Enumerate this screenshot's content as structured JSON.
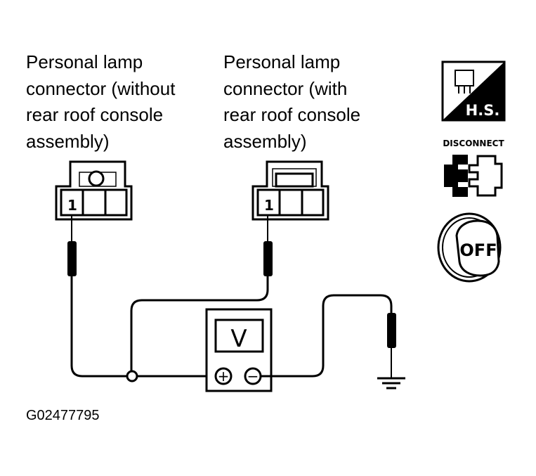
{
  "labels": {
    "connector_without": "Personal lamp\nconnector (without\nrear roof console\nassembly)",
    "connector_with": "Personal lamp\nconnector (with\nrear roof console\nassembly)"
  },
  "pin_left": "1",
  "pin_right": "1",
  "meter_letter": "V",
  "meter_plus": "+",
  "meter_minus": "−",
  "icons": {
    "hs_text": "H.S.",
    "disconnect_text": "DISCONNECT",
    "key_text": "OFF"
  },
  "figure_id": "G02477795"
}
